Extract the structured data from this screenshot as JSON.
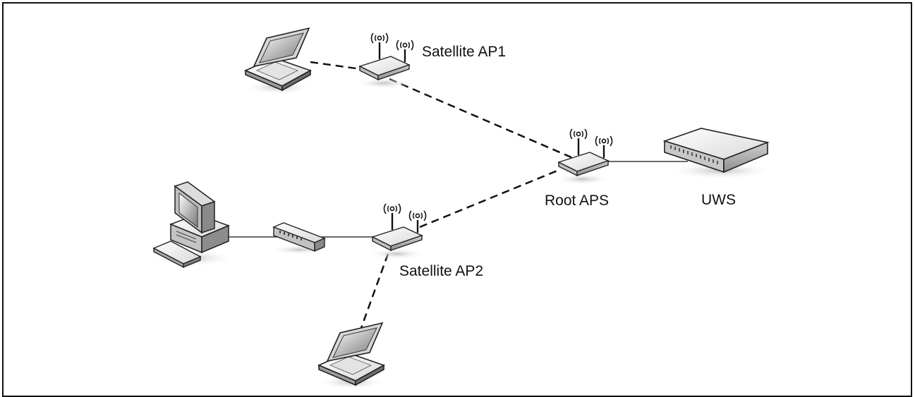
{
  "diagram": {
    "labels": {
      "satellite_ap1": "Satellite AP1",
      "satellite_ap2": "Satellite AP2",
      "root_aps": "Root APS",
      "uws": "UWS"
    },
    "nodes": [
      {
        "id": "laptop-1",
        "kind": "laptop-icon"
      },
      {
        "id": "satellite-ap1",
        "kind": "access-point-icon"
      },
      {
        "id": "root-aps",
        "kind": "access-point-icon"
      },
      {
        "id": "uws",
        "kind": "switch-icon"
      },
      {
        "id": "desktop-pc",
        "kind": "desktop-computer-icon"
      },
      {
        "id": "hub",
        "kind": "hub-icon"
      },
      {
        "id": "satellite-ap2",
        "kind": "access-point-icon"
      },
      {
        "id": "laptop-2",
        "kind": "laptop-icon"
      }
    ],
    "links": [
      {
        "from": "laptop-1",
        "to": "satellite-ap1",
        "style": "wireless-dashed"
      },
      {
        "from": "satellite-ap1",
        "to": "root-aps",
        "style": "wireless-dashed"
      },
      {
        "from": "root-aps",
        "to": "uws",
        "style": "wired-solid"
      },
      {
        "from": "satellite-ap2",
        "to": "root-aps",
        "style": "wireless-dashed"
      },
      {
        "from": "desktop-pc",
        "to": "hub",
        "style": "wired-solid"
      },
      {
        "from": "hub",
        "to": "satellite-ap2",
        "style": "wired-solid"
      },
      {
        "from": "satellite-ap2",
        "to": "laptop-2",
        "style": "wireless-dashed"
      }
    ]
  }
}
